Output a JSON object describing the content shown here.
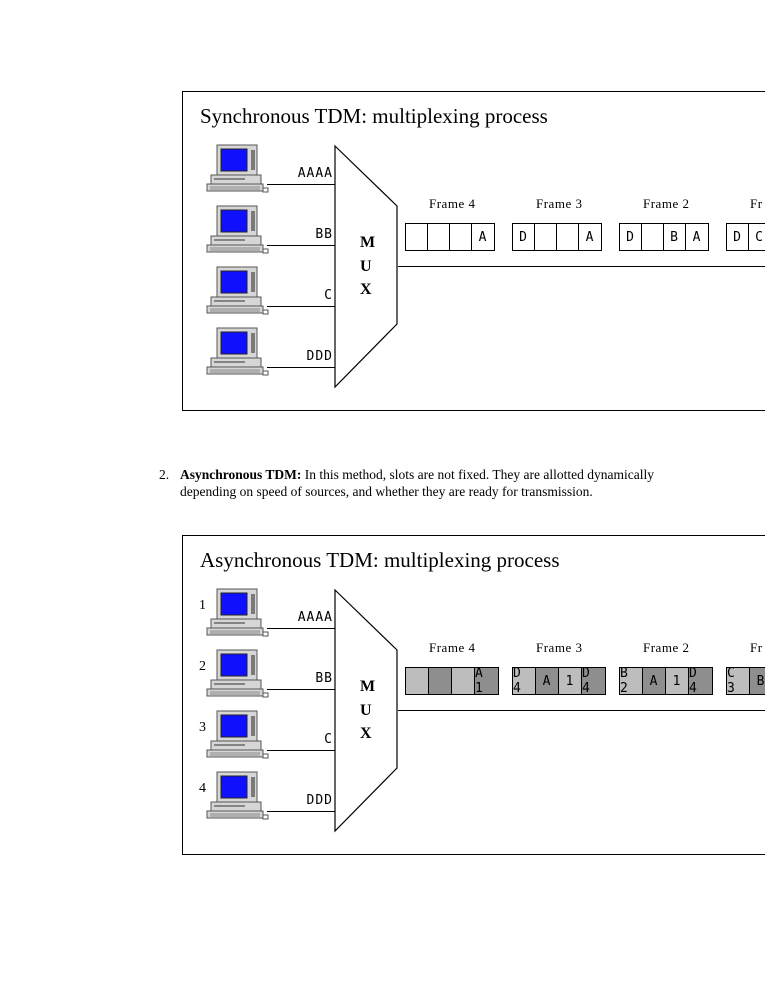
{
  "sync": {
    "title": "Synchronous TDM: multiplexing process",
    "sources": [
      {
        "label": "AAAA"
      },
      {
        "label": "BB"
      },
      {
        "label": "C"
      },
      {
        "label": "DDD"
      }
    ],
    "mux": [
      "M",
      "U",
      "X"
    ],
    "frames": [
      {
        "label": "Frame 4",
        "slots": [
          "",
          "",
          "",
          "A"
        ]
      },
      {
        "label": "Frame 3",
        "slots": [
          "D",
          "",
          "",
          "A"
        ]
      },
      {
        "label": "Frame 2",
        "slots": [
          "D",
          "",
          "B",
          "A"
        ]
      },
      {
        "label": "Fr",
        "slots": [
          "D",
          "C",
          "",
          ""
        ]
      }
    ]
  },
  "paragraph": {
    "number": "2.",
    "term": "Asynchronous TDM:",
    "text": " In this method, slots are not fixed. They are allotted dynamically depending on speed of sources, and whether they are ready for transmission."
  },
  "async": {
    "title": "Asynchronous TDM: multiplexing process",
    "sources": [
      {
        "number": "1",
        "label": "AAAA"
      },
      {
        "number": "2",
        "label": "BB"
      },
      {
        "number": "3",
        "label": "C"
      },
      {
        "number": "4",
        "label": "DDD"
      }
    ],
    "mux": [
      "M",
      "U",
      "X"
    ],
    "frames": [
      {
        "label": "Frame 4",
        "slots": [
          "",
          "",
          "",
          "A 1"
        ]
      },
      {
        "label": "Frame 3",
        "slots": [
          "D 4",
          "A",
          "1",
          "D 4"
        ]
      },
      {
        "label": "Frame 2",
        "slots": [
          "B 2",
          "A",
          "1",
          "D 4"
        ]
      },
      {
        "label": "Fr",
        "slots": [
          "C 3",
          "B",
          "",
          ""
        ]
      }
    ],
    "slot_colors": [
      "#bdbdbd",
      "#8e8e8e"
    ]
  },
  "colors": {
    "screen": "#1010ff",
    "computer_body": "#d6d6d6",
    "computer_shadow": "#7a7a7a"
  }
}
